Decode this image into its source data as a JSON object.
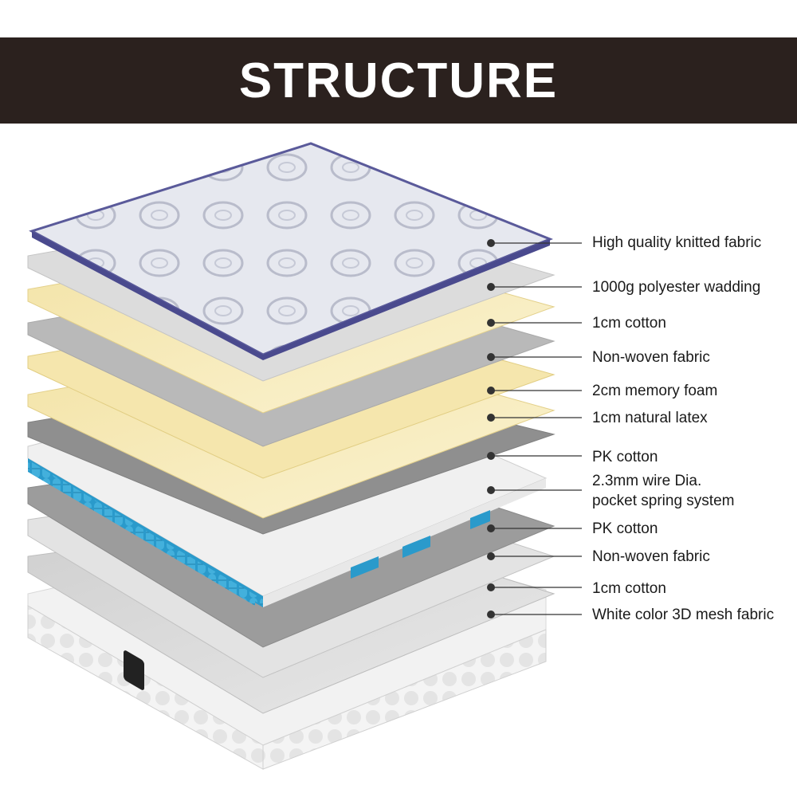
{
  "header": {
    "title": "STRUCTURE"
  },
  "colors": {
    "banner": "#2b211e",
    "accent_blue": "#2f9fd0",
    "cream": "#f6ebb8",
    "grey_layer": "#d6d6d6"
  },
  "layers": [
    {
      "label": "High quality  knitted fabric"
    },
    {
      "label": "1000g polyester wadding"
    },
    {
      "label": "1cm cotton"
    },
    {
      "label": "Non-woven fabric"
    },
    {
      "label": "2cm memory foam"
    },
    {
      "label": "1cm natural latex"
    },
    {
      "label": "PK cotton"
    },
    {
      "label_line1": "2.3mm wire Dia.",
      "label_line2": "pocket spring system"
    },
    {
      "label": "PK cotton"
    },
    {
      "label": "Non-woven fabric"
    },
    {
      "label": "1cm cotton"
    },
    {
      "label": "White color 3D mesh fabric"
    }
  ]
}
